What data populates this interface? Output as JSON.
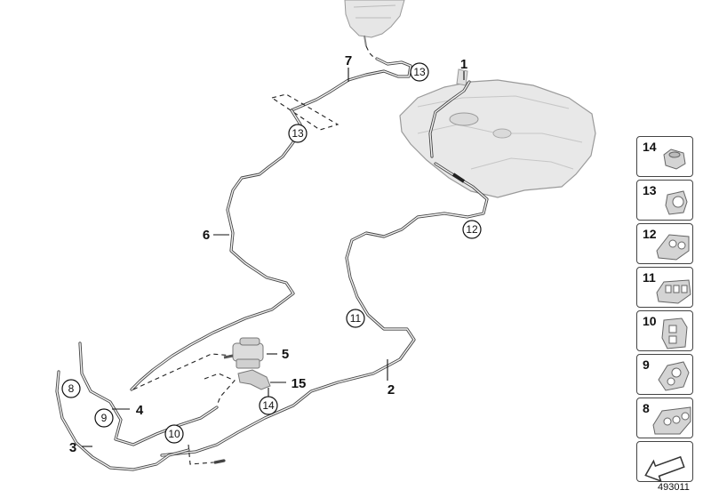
{
  "callouts": {
    "c1": "1",
    "c2": "2",
    "c3": "3",
    "c4": "4",
    "c5": "5",
    "c6": "6",
    "c7": "7",
    "c15": "15"
  },
  "circled": {
    "n8": "8",
    "n9": "9",
    "n10": "10",
    "n11": "11",
    "n12": "12",
    "n13a": "13",
    "n13b": "13",
    "n14": "14"
  },
  "parts_panel": {
    "items": [
      {
        "number": "14",
        "icon": "nut-icon"
      },
      {
        "number": "13",
        "icon": "single-clip-icon"
      },
      {
        "number": "12",
        "icon": "double-clip-icon"
      },
      {
        "number": "11",
        "icon": "triple-clip-icon"
      },
      {
        "number": "10",
        "icon": "stacked-clip-icon"
      },
      {
        "number": "9",
        "icon": "pipe-holder-icon"
      },
      {
        "number": "8",
        "icon": "multi-holder-icon"
      }
    ],
    "nav_icon": "arrow-icon"
  },
  "doc_number": "493011",
  "colors": {
    "line": "#444444",
    "part_fill": "#d4d4d4",
    "background": "#ffffff"
  }
}
